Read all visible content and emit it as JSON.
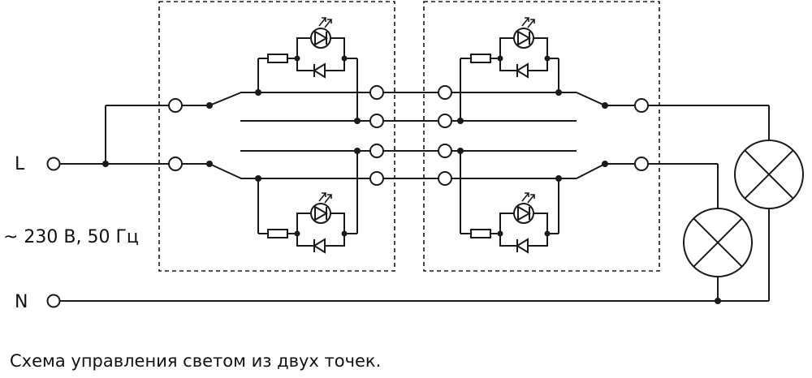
{
  "labels": {
    "phase": "L",
    "voltage": "~ 230 В, 50 Гц",
    "neutral": "N"
  },
  "caption": "Схема управления светом из двух точек.",
  "colors": {
    "line": "#1a1a1a",
    "background": "#ffffff"
  }
}
